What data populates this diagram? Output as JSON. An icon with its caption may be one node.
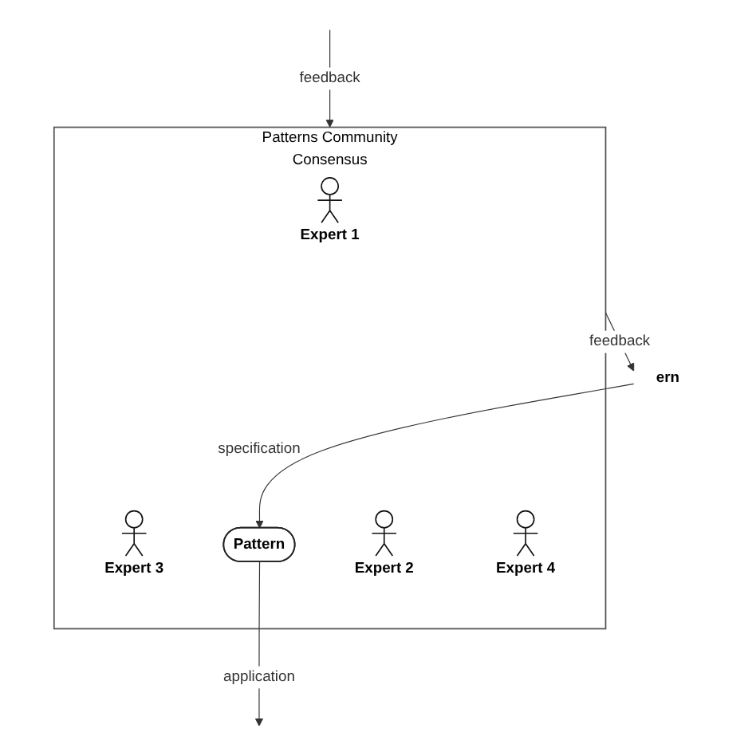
{
  "diagram": {
    "nodes": [
      {
        "text": [
          "Patterns Community",
          "Consensus"
        ]
      },
      {
        "text": [
          "Expert 1"
        ],
        "in": 0
      },
      {
        "text": [
          "Expert 3"
        ],
        "in": 0
      },
      {
        "text": [
          "ern"
        ]
      },
      {
        "text": [
          "Pattern"
        ],
        "in": 0
      },
      {
        "text": [
          "Expert 2"
        ],
        "in": 0
      },
      {
        "text": [
          "Expert 4"
        ],
        "in": 0
      }
    ],
    "edges": [
      {
        "from": 3,
        "to": 4,
        "arrow": "to",
        "label": "specification"
      },
      {
        "from": 4,
        "to": null,
        "arrow": "to",
        "label": "application"
      },
      {
        "from": 0,
        "to": 3,
        "arrow": "to",
        "label": "feedback"
      },
      {
        "from": null,
        "to": 0,
        "arrow": "to",
        "label": "feedback"
      }
    ]
  }
}
